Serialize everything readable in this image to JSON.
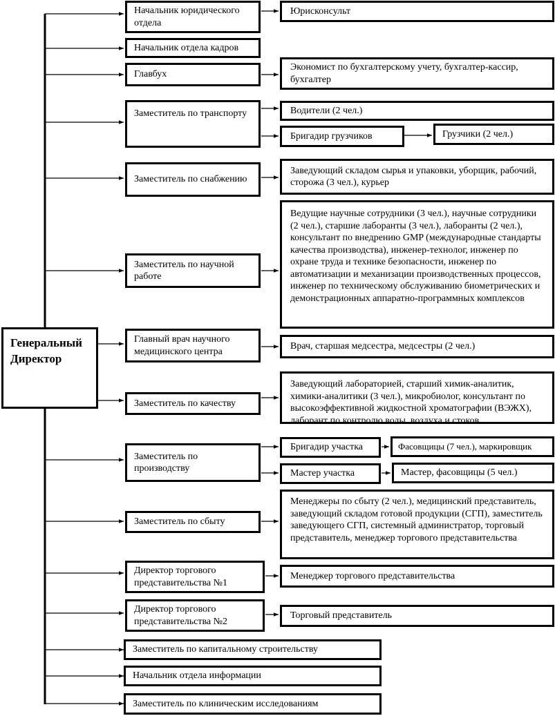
{
  "root": {
    "label": "Генеральный Директор"
  },
  "positions": [
    {
      "label": "Начальник юридического отдела",
      "subordinates": [
        {
          "label": "Юрисконсульт"
        }
      ]
    },
    {
      "label": "Начальник отдела кадров"
    },
    {
      "label": "Главбух",
      "subordinates": [
        {
          "label": "Экономист по бухгалтерскому учету, бухгалтер-кассир, бухгалтер"
        }
      ]
    },
    {
      "label": "Заместитель по транспорту",
      "subordinates": [
        {
          "label": "Водители (2 чел.)"
        },
        {
          "label": "Бригадир грузчиков",
          "subordinates": [
            {
              "label": "Грузчики (2 чел.)"
            }
          ]
        }
      ]
    },
    {
      "label": "Заместитель по снабжению",
      "subordinates": [
        {
          "label": "Заведующий складом сырья и упаковки, уборщик, рабочий, сторожа (3 чел.), курьер"
        }
      ]
    },
    {
      "label": "Заместитель по научной работе",
      "subordinates": [
        {
          "label": "Ведущие научные сотрудники (3 чел.), научные сотрудники (2 чел.), старшие лаборанты (3 чел.), лаборанты (2 чел.), консультант по внедрению GMP (международные стандарты качества производства), инженер-технолог, инженер по охране труда и технике безопасности, инженер по автоматизации и механизации производственных процессов, инженер по техническому обслуживанию биометрических и демонстрационных аппаратно-программных комплексов"
        }
      ]
    },
    {
      "label": "Главный врач научного медицинского центра",
      "subordinates": [
        {
          "label": "Врач, старшая медсестра, медсестры (2 чел.)"
        }
      ]
    },
    {
      "label": "Заместитель по качеству",
      "subordinates": [
        {
          "label": "Заведующий лабораторией, старший химик-аналитик, химики-аналитики (3 чел.), микробиолог, консультант по высокоэффективной жидкостной хроматографии (ВЭЖХ), лаборант по контролю воды, воздуха и стоков"
        }
      ]
    },
    {
      "label": "Заместитель по производству",
      "subordinates": [
        {
          "label": "Бригадир участка",
          "subordinates": [
            {
              "label": "Фасовщицы (7 чел.), маркировщик"
            }
          ]
        },
        {
          "label": "Мастер участка",
          "subordinates": [
            {
              "label": "Мастер, фасовщицы (5 чел.)"
            }
          ]
        }
      ]
    },
    {
      "label": "Заместитель по сбыту",
      "subordinates": [
        {
          "label": "Менеджеры по сбыту (2 чел.), медицинский представитель, заведующий складом готовой продукции (СГП), заместитель заведующего СГП, системный администратор, торговый представитель, менеджер торгового представительства"
        }
      ]
    },
    {
      "label": "Директор торгового представительства №1",
      "subordinates": [
        {
          "label": "Менеджер торгового представительства"
        }
      ]
    },
    {
      "label": "Директор торгового представительства №2",
      "subordinates": [
        {
          "label": "Торговый представитель"
        }
      ]
    },
    {
      "label": "Заместитель по капитальному строительству"
    },
    {
      "label": "Начальник отдела информации"
    },
    {
      "label": "Заместитель по клиническим исследованиям"
    }
  ]
}
